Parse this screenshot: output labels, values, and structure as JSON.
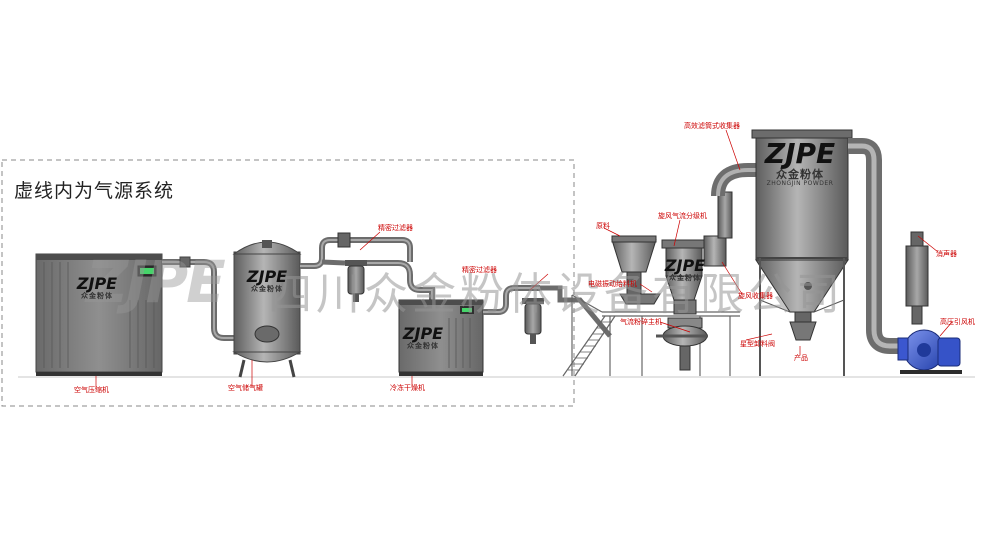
{
  "frame_title": "虚线内为气源系统",
  "watermark": {
    "logo": "ZJPE",
    "text": "四川众金粉体设备有限公司"
  },
  "brand": {
    "logo": "ZJPE",
    "cn": "众金粉体",
    "en": "ZHONGJIN POWDER"
  },
  "labels": {
    "air_compressor": "空气压缩机",
    "air_tank": "空气储气罐",
    "precision_filter_1": "精密过滤器",
    "precision_filter_2": "精密过滤器",
    "dryer": "冷冻干燥机",
    "raw_material": "原料",
    "cyclone_classifier": "旋风气流分级机",
    "vibrating_feeder": "电磁振动给料机",
    "jet_mill": "气流粉碎主机",
    "cyclone_collector": "旋风收集器",
    "star_valve": "星型卸料阀",
    "product": "产品",
    "bag_filter": "高效滤筒式收集器",
    "silencer": "消声器",
    "fan": "高压引风机"
  },
  "colors": {
    "label_red": "#cc0000",
    "machine_gray": "#8a8a8a",
    "dark_gray": "#555555",
    "pipe_gray": "#7a7a7a",
    "fan_blue": "#3355cc",
    "dash": "#888888"
  }
}
